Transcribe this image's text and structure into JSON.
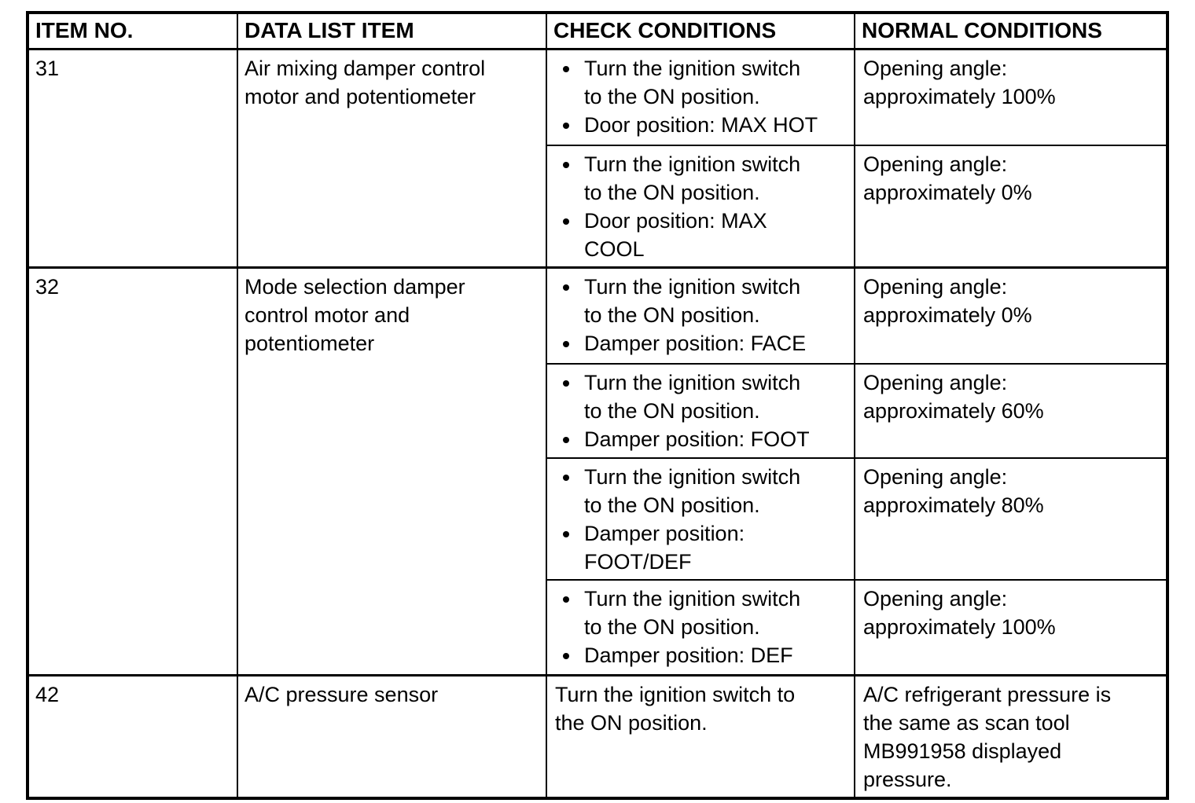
{
  "table": {
    "headers": {
      "item_no": "ITEM NO.",
      "data_list_item": "DATA LIST ITEM",
      "check_conditions": "CHECK CONDITIONS",
      "normal_conditions": "NORMAL CONDITIONS"
    },
    "items": [
      {
        "item_no": "31",
        "data_list_item": "Air mixing damper control\nmotor and potentiometer",
        "rows": [
          {
            "check_bullets": [
              "Turn the ignition switch\nto the ON position.",
              "Door position: MAX HOT"
            ],
            "normal": "Opening angle:\napproximately 100%"
          },
          {
            "check_bullets": [
              "Turn the ignition switch\nto the ON position.",
              "Door position: MAX\nCOOL"
            ],
            "normal": "Opening angle:\napproximately 0%"
          }
        ]
      },
      {
        "item_no": "32",
        "data_list_item": "Mode selection damper\ncontrol motor and\npotentiometer",
        "rows": [
          {
            "check_bullets": [
              "Turn the ignition switch\nto the ON position.",
              "Damper position: FACE"
            ],
            "normal": "Opening angle:\napproximately 0%"
          },
          {
            "check_bullets": [
              "Turn the ignition switch\nto the ON position.",
              "Damper position: FOOT"
            ],
            "normal": "Opening angle:\napproximately 60%"
          },
          {
            "check_bullets": [
              "Turn the ignition switch\nto the ON position.",
              "Damper position:\nFOOT/DEF"
            ],
            "normal": "Opening angle:\napproximately 80%"
          },
          {
            "check_bullets": [
              "Turn the ignition switch\nto the ON position.",
              "Damper position: DEF"
            ],
            "normal": "Opening angle:\napproximately 100%"
          }
        ]
      },
      {
        "item_no": "42",
        "data_list_item": "A/C pressure sensor",
        "rows": [
          {
            "check_text": "Turn the ignition switch to\nthe ON position.",
            "normal": "A/C refrigerant pressure is\nthe same as scan tool\nMB991958 displayed\npressure."
          }
        ]
      }
    ]
  }
}
